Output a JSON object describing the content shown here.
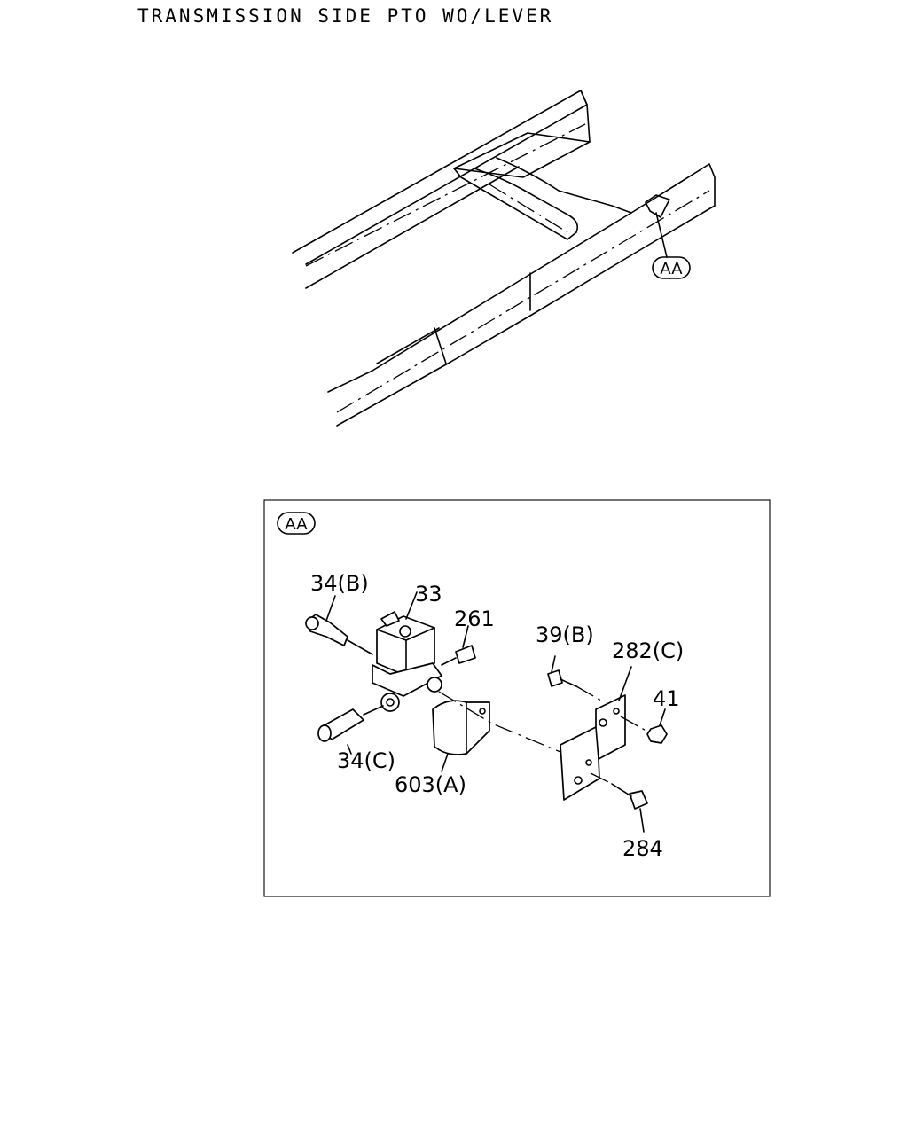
{
  "title": "TRANSMISSION SIDE PTO WO/LEVER",
  "callouts": {
    "overview_ref": "AA",
    "detail_ref": "AA"
  },
  "parts": {
    "p34b": "34(B)",
    "p33": "33",
    "p261": "261",
    "p39b": "39(B)",
    "p282c": "282(C)",
    "p41": "41",
    "p34c": "34(C)",
    "p603a": "603(A)",
    "p284": "284"
  }
}
